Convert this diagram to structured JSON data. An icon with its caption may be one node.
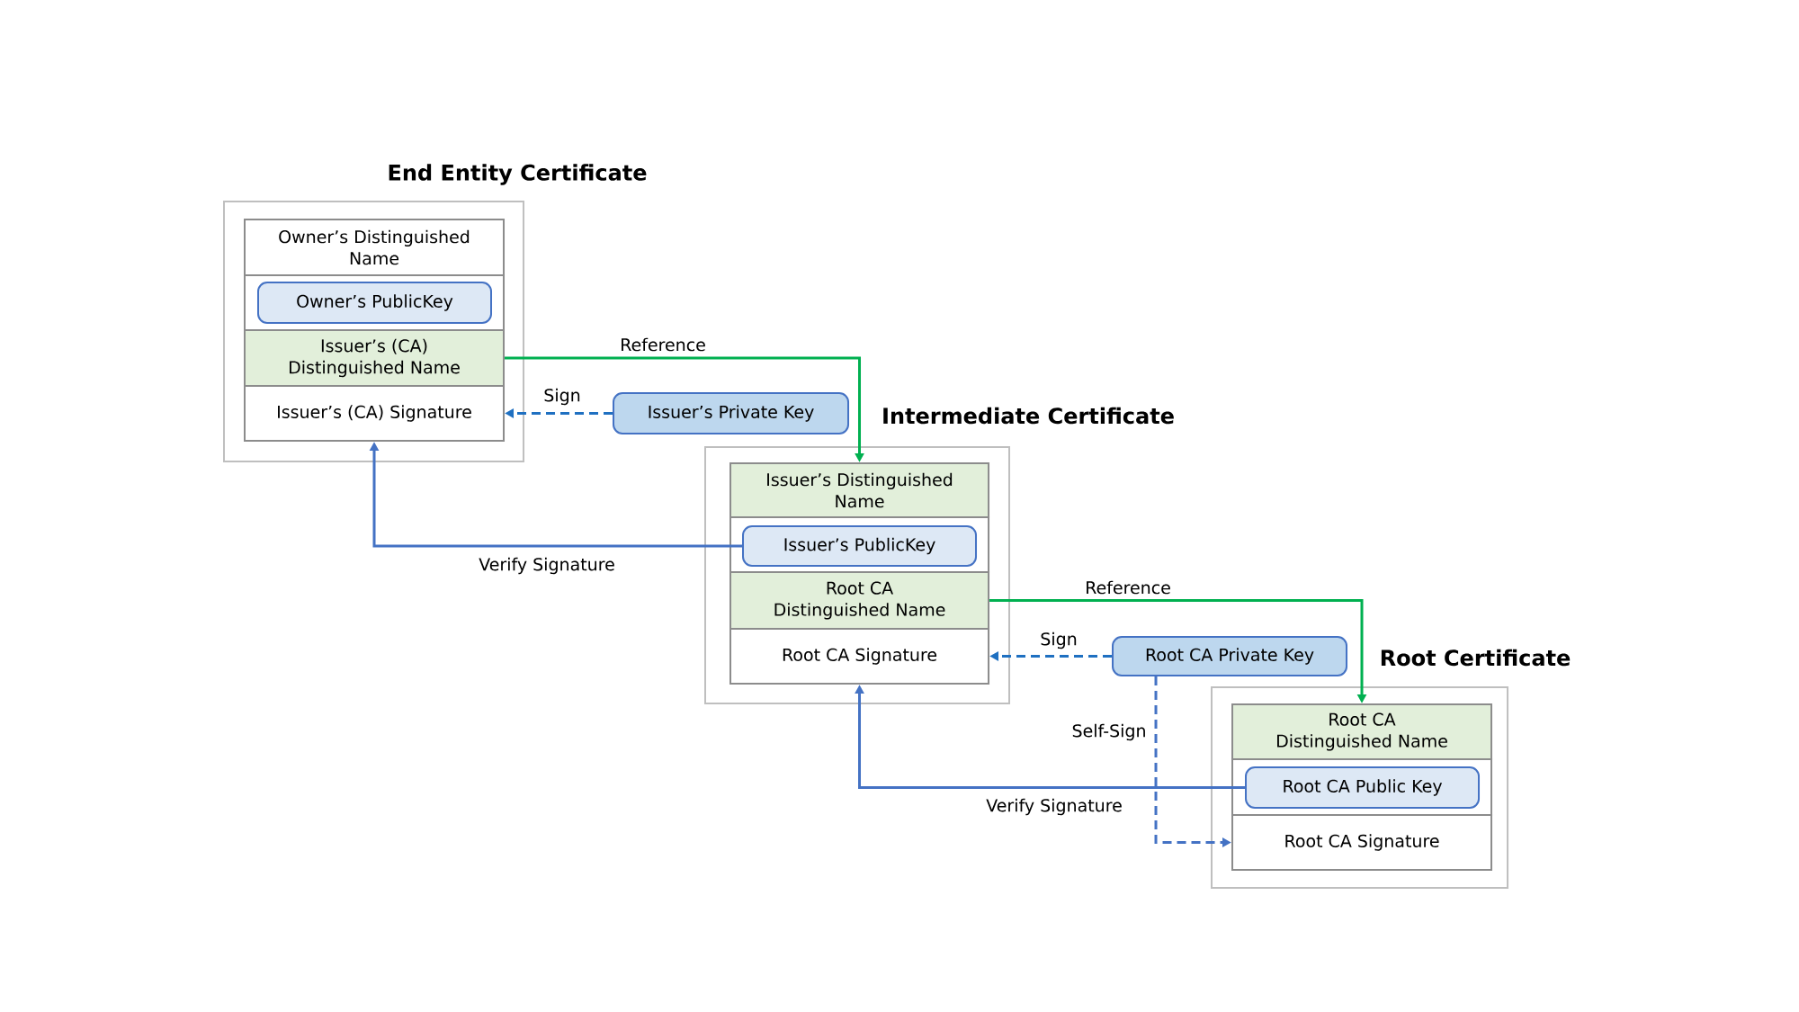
{
  "diagram": {
    "nodes": [
      {
        "text": [
          "End Entity Certificate"
        ]
      },
      {
        "text": [
          "Owner’s Distinguished Name"
        ],
        "in": 0
      },
      {
        "text": [],
        "shape": "box",
        "in": 0
      },
      {
        "text": [
          "Owner’s PublicKey"
        ],
        "in": 2
      },
      {
        "text": [
          "Issuer’s (CA) Distinguished Name"
        ],
        "in": 0
      },
      {
        "text": [
          "Issuer’s (CA) Signature"
        ],
        "in": 0
      },
      {
        "text": [
          "Issuer’s Private Key"
        ]
      },
      {
        "text": [
          "Intermediate Certificate"
        ]
      },
      {
        "text": [
          "Issuer’s Distinguished Name"
        ],
        "in": 7
      },
      {
        "text": [],
        "shape": "box",
        "in": 7
      },
      {
        "text": [
          "Issuer’s PublicKey"
        ],
        "in": 9
      },
      {
        "text": [
          "Root CA Distinguished Name"
        ],
        "in": 7
      },
      {
        "text": [
          "Root CA Signature"
        ],
        "in": 7
      },
      {
        "text": [
          "Root CA Private Key"
        ]
      },
      {
        "text": [
          "Root Certificate"
        ]
      },
      {
        "text": [
          "Root CA Distinguished Name"
        ],
        "in": 14
      },
      {
        "text": [],
        "shape": "box",
        "in": 14
      },
      {
        "text": [
          "Root CA Public Key"
        ],
        "in": 16
      },
      {
        "text": [
          "Root CA Signature"
        ],
        "in": 14
      }
    ],
    "edges": [
      {
        "from": 4,
        "to": 8,
        "arrow": "to",
        "label": "Reference",
        "color": "#00b050"
      },
      {
        "from": 6,
        "to": 5,
        "arrow": "to",
        "label": "Sign",
        "style": "dashed",
        "color": "#1f70c1"
      },
      {
        "from": 10,
        "to": 5,
        "arrow": "to",
        "label": "Verify Signature"
      },
      {
        "from": 11,
        "to": 15,
        "arrow": "to",
        "label": "Reference",
        "color": "#00b050"
      },
      {
        "from": 13,
        "to": 12,
        "arrow": "to",
        "label": "Sign",
        "style": "dashed",
        "color": "#1f70c1"
      },
      {
        "from": 13,
        "to": 18,
        "arrow": "to",
        "label": "Self-Sign",
        "style": "dashed"
      },
      {
        "from": 17,
        "to": 12,
        "arrow": "to",
        "label": "Verify Signature"
      }
    ]
  }
}
